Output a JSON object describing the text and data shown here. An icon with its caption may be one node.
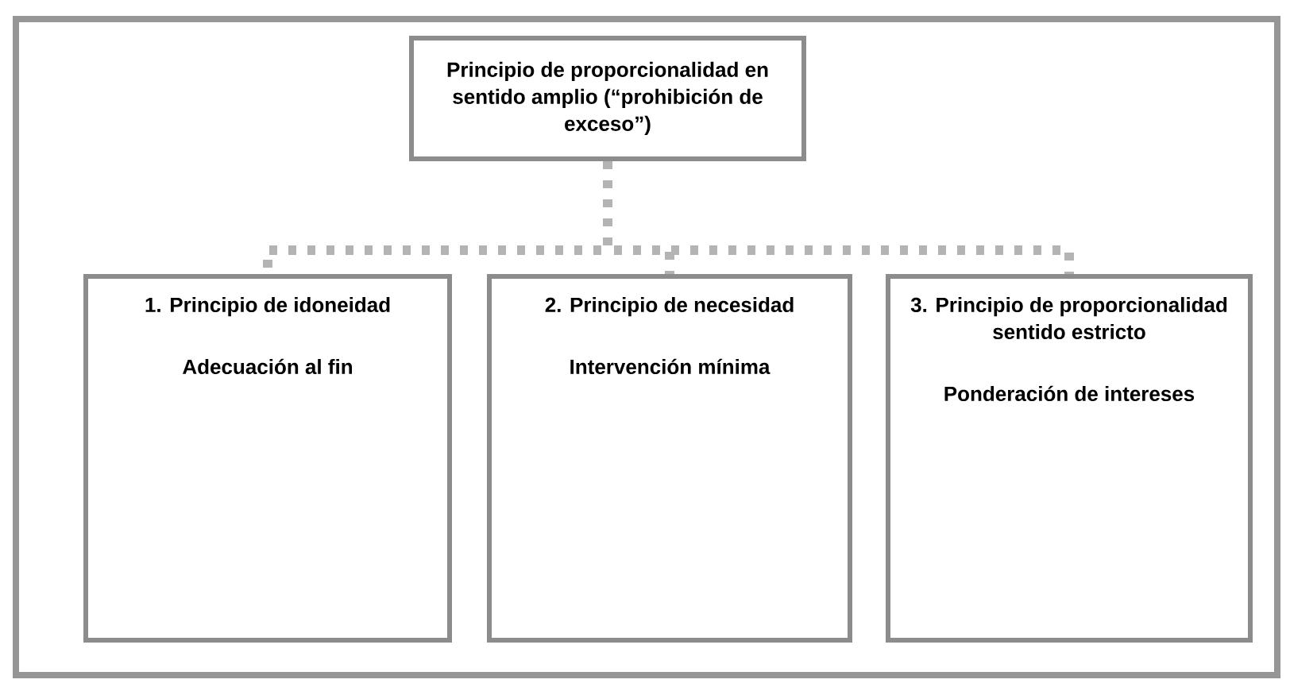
{
  "diagram": {
    "nodes": [
      {
        "text": [
          "Principio de proporcionalidad en sentido amplio (“prohibición de exceso”)"
        ]
      },
      {
        "text": [
          "1. Principio de idoneidad",
          "Adecuación al fin"
        ]
      },
      {
        "text": [
          "2. Principio de necesidad",
          "Intervención mínima"
        ]
      },
      {
        "text": [
          "3. Principio de proporcionalidad sentido estricto",
          "Ponderación de intereses"
        ]
      }
    ],
    "edges": [
      {
        "from": 0,
        "to": 1,
        "arrow": "none",
        "style": "dashed"
      },
      {
        "from": 0,
        "to": 2,
        "arrow": "none",
        "style": "dashed"
      },
      {
        "from": 0,
        "to": 3,
        "arrow": "none",
        "style": "dashed"
      }
    ]
  }
}
